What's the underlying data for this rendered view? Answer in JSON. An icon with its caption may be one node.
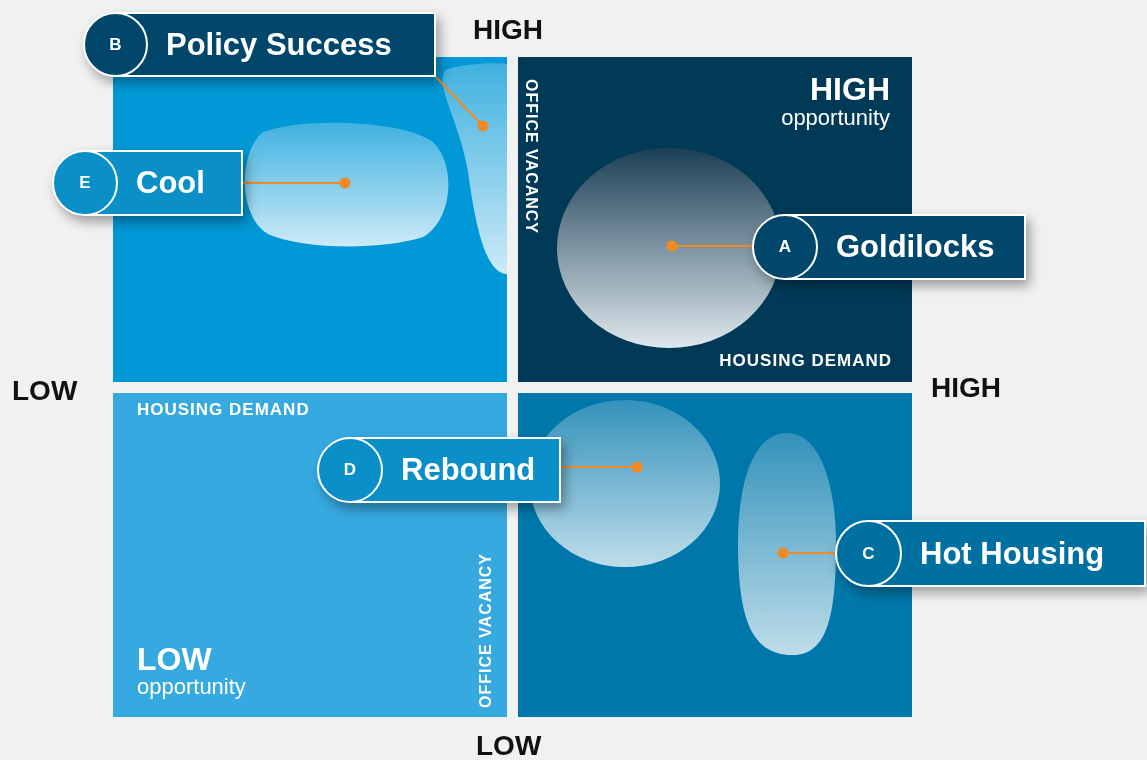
{
  "diagram": {
    "nodes": [
      {
        "text": [
          "B",
          "Policy Success"
        ]
      },
      {
        "text": [],
        "shape": "box"
      },
      {
        "text": [],
        "shape": "blob",
        "in": 1
      },
      {
        "text": [],
        "shape": "blob",
        "in": 1
      },
      {
        "text": [
          "E",
          "Cool"
        ]
      },
      {
        "text": [
          "OFFICE VACANCY",
          "HIGH",
          "opportunity",
          "HOUSING DEMAND"
        ]
      },
      {
        "text": [],
        "shape": "ellipse",
        "in": 5
      },
      {
        "text": [
          "A",
          "Goldilocks"
        ]
      },
      {
        "text": [
          "HOUSING DEMAND",
          "OFFICE VACANCY",
          "LOW",
          "opportunity"
        ]
      },
      {
        "text": [],
        "shape": "box"
      },
      {
        "text": [],
        "shape": "ellipse",
        "in": 9
      },
      {
        "text": [
          "D",
          "Rebound"
        ]
      },
      {
        "text": [],
        "shape": "blob",
        "in": 9
      },
      {
        "text": [
          "C",
          "Hot Housing"
        ]
      }
    ],
    "edges": [
      {
        "from": 0,
        "to": 3,
        "arrow": "other"
      },
      {
        "from": 4,
        "to": 2,
        "arrow": "other"
      },
      {
        "from": 7,
        "to": 6,
        "arrow": "other"
      },
      {
        "from": 11,
        "to": 10,
        "arrow": "other"
      },
      {
        "from": 13,
        "to": 12,
        "arrow": "other"
      }
    ],
    "labels": [
      "HIGH",
      "LOW",
      "HIGH",
      "LOW"
    ]
  }
}
